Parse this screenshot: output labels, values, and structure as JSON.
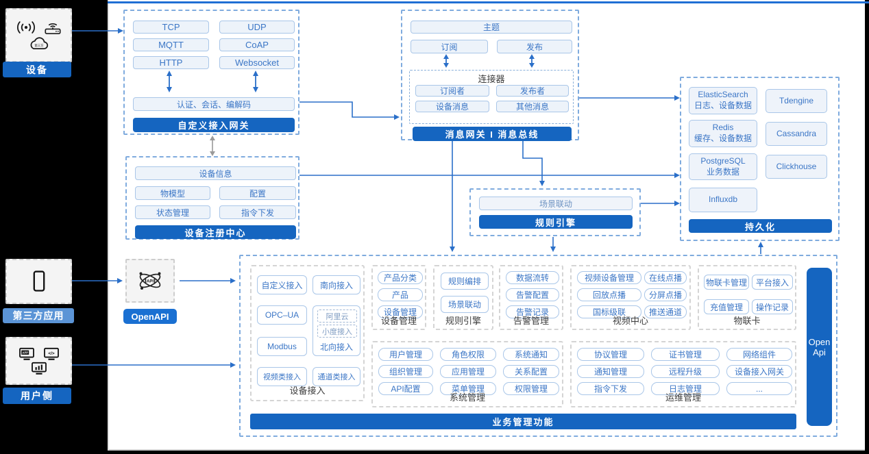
{
  "colors": {
    "primary": "#1565c0",
    "accent_light": "#5b94d6",
    "line_blue": "#2a6fc9",
    "button_text": "#3b76c6"
  },
  "sources": {
    "device": {
      "label": "设备",
      "cloud_text": "第三方"
    },
    "third_party": {
      "label": "第三方应用"
    },
    "user_side": {
      "label": "用户侧",
      "app_icon_text": "APP",
      "code_icon_text": "</>"
    }
  },
  "gateway": {
    "protocols": [
      "TCP",
      "UDP",
      "MQTT",
      "CoAP",
      "HTTP",
      "Websocket"
    ],
    "session": "认证、会话、编解码",
    "title": "自定义接入网关"
  },
  "message_bus": {
    "topic": "主题",
    "subscribe": "订阅",
    "publish": "发布",
    "connector_title": "连接器",
    "connector_items": [
      "订阅者",
      "发布者",
      "设备消息",
      "其他消息"
    ],
    "title": "消息网关 I 消息总线"
  },
  "registry": {
    "device_info": "设备信息",
    "items": [
      "物模型",
      "配置",
      "状态管理",
      "指令下发"
    ],
    "title": "设备注册中心"
  },
  "rule_engine_mid": {
    "scene": "场景联动",
    "title": "规则引擎"
  },
  "persistence": {
    "col1": [
      {
        "name": "ElasticSearch",
        "desc": "日志、设备数据"
      },
      {
        "name": "Redis",
        "desc": "缓存、设备数据"
      },
      {
        "name": "PostgreSQL",
        "desc": "业务数据"
      },
      {
        "name": "Influxdb",
        "desc": ""
      }
    ],
    "col2": [
      "Tdengine",
      "Cassandra",
      "Clickhouse"
    ],
    "title": "持久化"
  },
  "openapi": {
    "label": "OpenAPI",
    "icon_text": "API"
  },
  "business": {
    "device_access": {
      "title": "设备接入",
      "col1": [
        "自定义接入",
        "OPC–UA",
        "Modbus",
        "视频类接入"
      ],
      "south": "南向接入",
      "north_items": [
        "阿里云",
        "小度接入"
      ],
      "north_label": "北向接入",
      "channel": "通道类接入"
    },
    "device_mgmt": {
      "title": "设备管理",
      "items": [
        "产品分类",
        "产品",
        "设备管理"
      ]
    },
    "rule_engine": {
      "title": "规则引擎",
      "items": [
        "规则编排",
        "场景联动"
      ]
    },
    "alarm": {
      "title": "告警管理",
      "items": [
        "数据流转",
        "告警配置",
        "告警记录"
      ]
    },
    "video": {
      "title": "视频中心",
      "items": [
        "视频设备管理",
        "在线点播",
        "回放点播",
        "分屏点播",
        "国标级联",
        "推送通道"
      ]
    },
    "iot_card": {
      "title": "物联卡",
      "items": [
        "物联卡管理",
        "平台接入",
        "充值管理",
        "操作记录"
      ]
    },
    "system": {
      "title": "系统管理",
      "items": [
        "用户管理",
        "角色权限",
        "系统通知",
        "组织管理",
        "应用管理",
        "关系配置",
        "API配置",
        "菜单管理",
        "权限管理"
      ]
    },
    "ops": {
      "title": "运维管理",
      "items": [
        "协议管理",
        "证书管理",
        "网络组件",
        "通知管理",
        "远程升级",
        "设备接入网关",
        "指令下发",
        "日志管理",
        "..."
      ]
    },
    "open_api_bar": "Open\nApi",
    "footer": "业务管理功能"
  }
}
